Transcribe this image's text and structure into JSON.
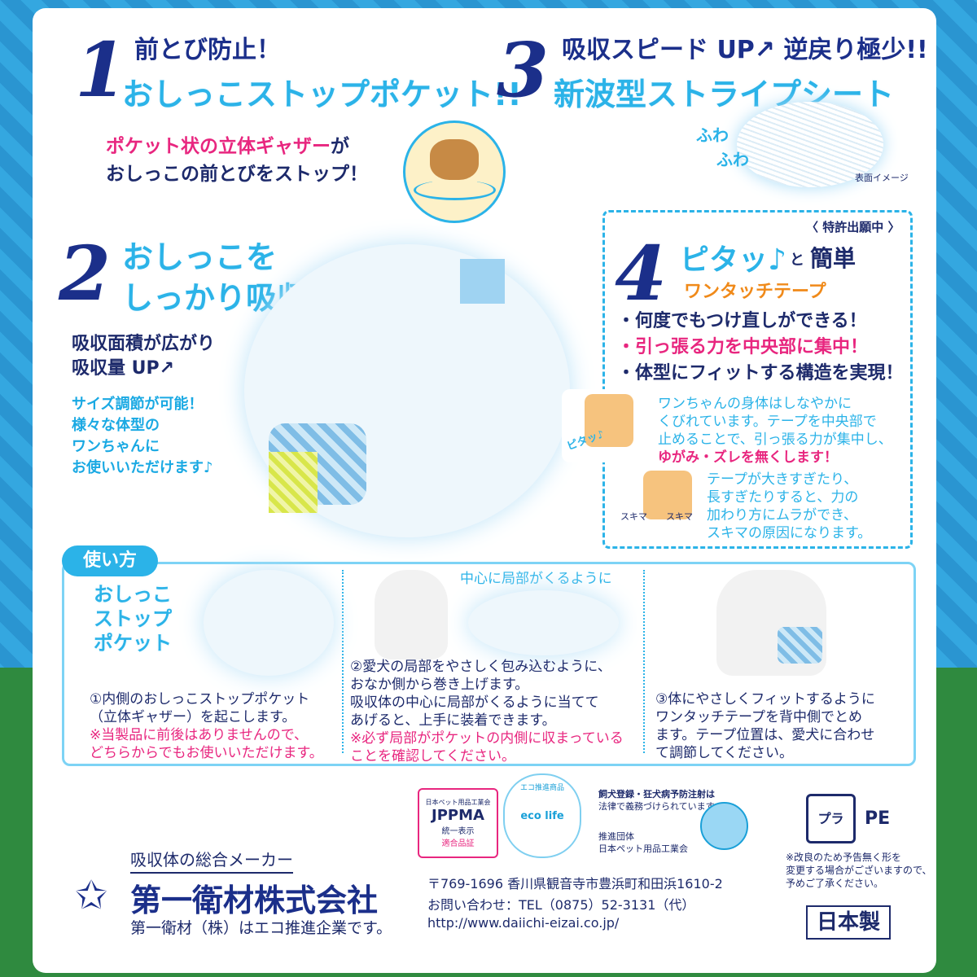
{
  "feature1": {
    "num": "1",
    "line1": "前とび防止！",
    "line2": "おしっこストップポケット!!"
  },
  "feature1_caption": {
    "pink": "ポケット状の立体ギャザー",
    "rest1": "が",
    "line2": "おしっこの前とびをストップ！"
  },
  "feature3": {
    "num": "3",
    "line1": "吸収スピード UP↗ 逆戻り極少!!",
    "line2": "新波型ストライプシート"
  },
  "fuwa": {
    "a": "ふわ",
    "b": "ふわ",
    "note": "表面イメージ"
  },
  "feature2": {
    "num": "2",
    "line1": "おしっこを",
    "line2": "しっかり吸収!!",
    "sub1": "吸収面積が広がり",
    "sub2": "吸収量 UP↗",
    "size": [
      "サイズ調節が可能！",
      "様々な体型の",
      "ワンちゃんに",
      "お使いいただけます♪"
    ]
  },
  "feature4": {
    "num": "4",
    "patent": "〈 特許出願中 〉",
    "pitatt": "ピタッ♪",
    "to": "と",
    "kantan": "簡単",
    "tape": "ワンタッチテープ",
    "bullets": [
      "・何度でもつけ直しができる！",
      "・引っ張る力を中央部に集中！",
      "・体型にフィットする構造を実現！"
    ],
    "text1": [
      "ワンちゃんの身体はしなやかに",
      "くびれています。テープを中央部で",
      "止めることで、引っ張る力が集中し、"
    ],
    "text1_pink": "ゆがみ・ズレを無くします！",
    "pita_label": "ピタッ♪",
    "text2": [
      "テープが大きすぎたり、",
      "長すぎたりすると、力の",
      "加わり方にムラができ、",
      "スキマの原因になります。"
    ],
    "sukima_l": "スキマ",
    "sukima_r": "スキマ"
  },
  "howto": {
    "tab": "使い方",
    "pocket_label": [
      "おしっこ",
      "ストップ",
      "ポケット"
    ],
    "step1": [
      "①内側のおしっこストップポケット",
      "（立体ギャザー）を起こします。"
    ],
    "step1_note": [
      "※当製品に前後はありませんので、",
      "どちらからでもお使いいただけます。"
    ],
    "center_label": "中心に局部がくるように",
    "step2": [
      "②愛犬の局部をやさしく包み込むように、",
      "おなか側から巻き上げます。",
      "吸収体の中心に局部がくるように当てて",
      "あげると、上手に装着できます。"
    ],
    "step2_note": [
      "※必ず局部がポケットの内側に収まっている",
      "ことを確認してください。"
    ],
    "step3": [
      "③体にやさしくフィットするように",
      "ワンタッチテープを背中側でとめ",
      "ます。テープ位置は、愛犬に合わせ",
      "て調節してください。"
    ]
  },
  "logos": {
    "jppma_top": "日本ペット用品工業会",
    "jppma": "JPPMA",
    "jppma_sub1": "統一表示",
    "jppma_sub2": "適合品証",
    "eco_top": "エコ推進商品",
    "eco": "eco life",
    "reg1": "飼犬登録・狂犬病予防注射は",
    "reg2": "法律で義務づけられています。",
    "reg3": "推進団体",
    "reg4": "日本ペット用品工業会",
    "pla": "プラ",
    "pe": "PE"
  },
  "company": {
    "tagline": "吸収体の総合メーカー",
    "name": "第一衛材株式会社",
    "eco": "第一衛材（株）はエコ推進企業です。",
    "address": "〒769-1696 香川県観音寺市豊浜町和田浜1610-2",
    "tel": "お問い合わせ：TEL（0875）52-3131（代）",
    "url": "http://www.daiichi-eizai.co.jp/"
  },
  "notice": [
    "※改良のため予告無く形を",
    "変更する場合がございますので、",
    "予めご了承ください。"
  ],
  "made": "日本製",
  "colors": {
    "navy": "#1b2f8a",
    "cyan": "#2bb3e8",
    "pink": "#e8267f",
    "green": "#2f8a3f"
  }
}
